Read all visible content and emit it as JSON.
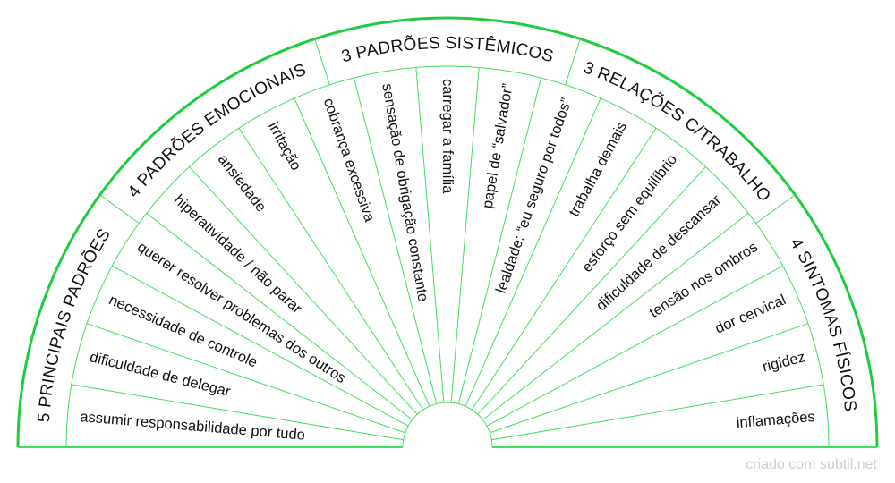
{
  "colors": {
    "outer_arc": "#1fcc3f",
    "lines": "#3ee05a",
    "text": "#111111",
    "watermark": "#cfcfcf"
  },
  "groups": [
    {
      "label": "5 PRINCIPAIS PADRÕES"
    },
    {
      "label": "4 PADRÕES EMOCIONAIS"
    },
    {
      "label": "3 PADRÕES SISTÊMICOS"
    },
    {
      "label": "3 RELAÇÕES C/TRABALHO"
    },
    {
      "label": "4 SINTOMAS FÍSICOS"
    }
  ],
  "items": [
    "assumir responsabilidade por tudo",
    "dificuldade de delegar",
    "necessidade de controle",
    "querer resolver problemas dos outros",
    "hiperatividade / não parar",
    "ansiedade",
    "irritação",
    "cobrança excessiva",
    "sensação de obrigação constante",
    "carregar a família",
    "papel de “salvador”",
    "lealdade: “eu seguro por todos”",
    "trabalha demais",
    "esforço sem equilíbrio",
    "dificuldade de descansar",
    "tensão nos ombros",
    "dor cervical",
    "rigidez",
    "inflamações"
  ],
  "watermark": "criado com subtil.net"
}
